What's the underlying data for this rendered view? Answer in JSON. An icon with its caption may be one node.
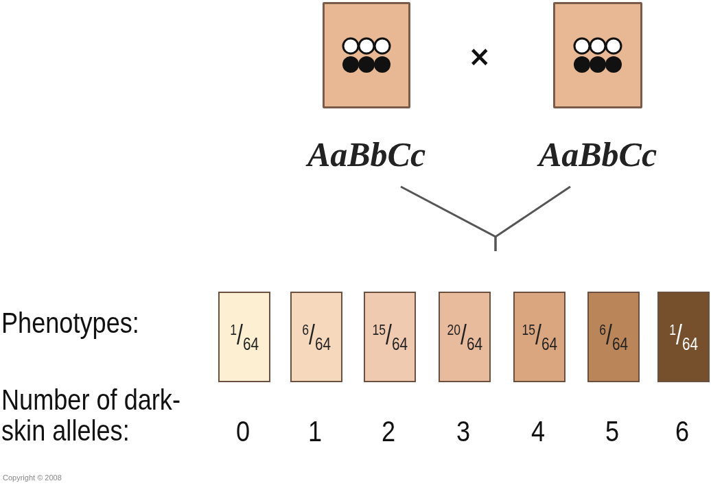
{
  "diagram": {
    "nodes": [
      {
        "text": [],
        "shape": "box",
        "beside": [
          "AaBbCc"
        ]
      },
      {
        "text": [],
        "shape": "box",
        "beside": [
          "AaBbCc"
        ]
      },
      {
        "text": [
          "$^{1}$/$_{64}$"
        ]
      },
      {
        "text": [
          "$^{6}$/$_{64}$"
        ]
      },
      {
        "text": [
          "$^{15}$/$_{64}$"
        ]
      },
      {
        "text": [
          "$^{20}$/$_{64}$"
        ]
      },
      {
        "text": [
          "$^{15}$/$_{64}$"
        ]
      },
      {
        "text": [
          "$^{6}$/$_{64}$"
        ]
      },
      {
        "text": [
          "$^{1}$/$_{64}$"
        ]
      }
    ],
    "edges": [
      {
        "from": 0,
        "to": null,
        "arrow": "none"
      },
      {
        "from": 1,
        "to": null,
        "arrow": "none"
      }
    ],
    "labels": [
      "×",
      "Phenotypes:",
      "Number of dark-skin alleles:",
      "0",
      "1",
      "2",
      "3",
      "4",
      "5",
      "6",
      "Copyright © 2008"
    ]
  }
}
